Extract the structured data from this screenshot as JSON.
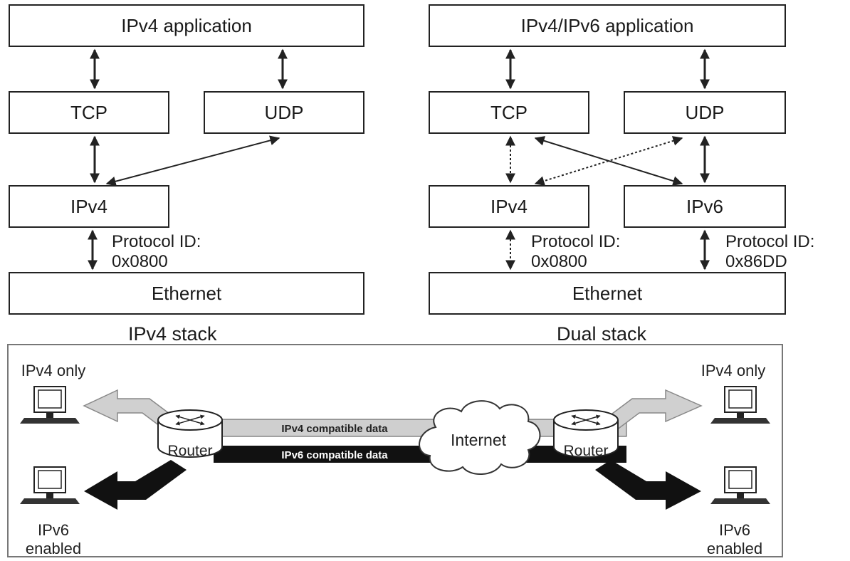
{
  "ipv4_stack": {
    "application": "IPv4 application",
    "tcp": "TCP",
    "udp": "UDP",
    "ip": "IPv4",
    "link": "Ethernet",
    "protocol_id_label": "Protocol ID:",
    "protocol_id_value": "0x0800",
    "caption": "IPv4 stack"
  },
  "dual_stack": {
    "application": "IPv4/IPv6 application",
    "tcp": "TCP",
    "udp": "UDP",
    "ipv4": "IPv4",
    "ipv6": "IPv6",
    "link": "Ethernet",
    "ipv4_protocol_id_label": "Protocol ID:",
    "ipv4_protocol_id_value": "0x0800",
    "ipv6_protocol_id_label": "Protocol ID:",
    "ipv6_protocol_id_value": "0x86DD",
    "caption": "Dual stack"
  },
  "network": {
    "left_top_host": "IPv4 only",
    "right_top_host": "IPv4 only",
    "left_bottom_host_line1": "IPv6",
    "left_bottom_host_line2": "enabled",
    "right_bottom_host_line1": "IPv6",
    "right_bottom_host_line2": "enabled",
    "left_router": "Router",
    "right_router": "Router",
    "cloud": "Internet",
    "ipv4_band": "IPv4 compatible data",
    "ipv6_band": "IPv6 compatible data"
  },
  "colors": {
    "ipv4_band": "#cfcfcf",
    "ipv6_band": "#111111",
    "line": "#222222"
  }
}
